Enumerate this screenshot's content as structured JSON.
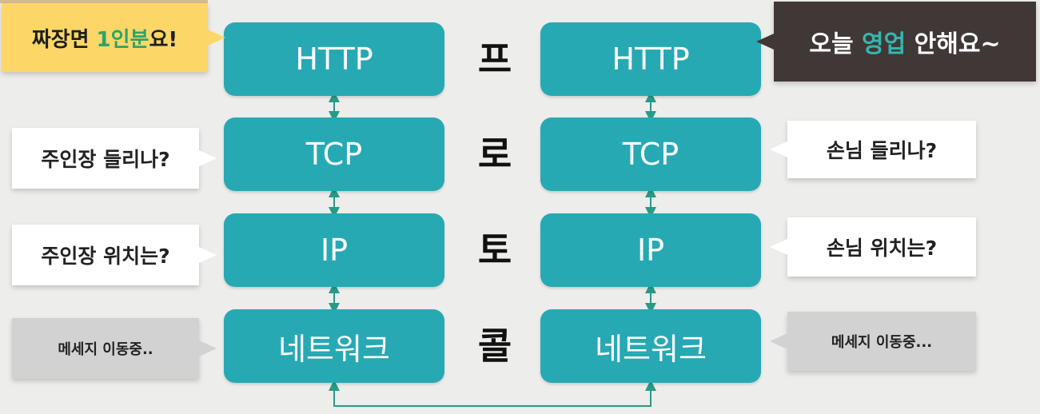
{
  "layers": {
    "left": [
      "HTTP",
      "TCP",
      "IP",
      "네트워크"
    ],
    "right": [
      "HTTP",
      "TCP",
      "IP",
      "네트워크"
    ]
  },
  "protocol_chars": [
    "프",
    "로",
    "토",
    "콜"
  ],
  "bubbles": {
    "left_top": {
      "before": "짜장면 ",
      "highlight": "1인분",
      "after": "요!"
    },
    "left_tcp": "주인장 들리나?",
    "left_ip": "주인장 위치는?",
    "left_net": "메세지 이동중..",
    "right_top": {
      "before": "오늘 ",
      "highlight": "영업",
      "after": " 안해요~"
    },
    "right_tcp": "손님 들리나?",
    "right_ip": "손님 위치는?",
    "right_net": "메세지 이동중..."
  },
  "colors": {
    "layer_fill": "#27a9b4",
    "connector": "#2a9a88",
    "yellow_bubble": "#fcd767",
    "dark_bubble": "#403836",
    "highlight_green": "#2ea36a",
    "highlight_teal": "#34b6ae"
  }
}
